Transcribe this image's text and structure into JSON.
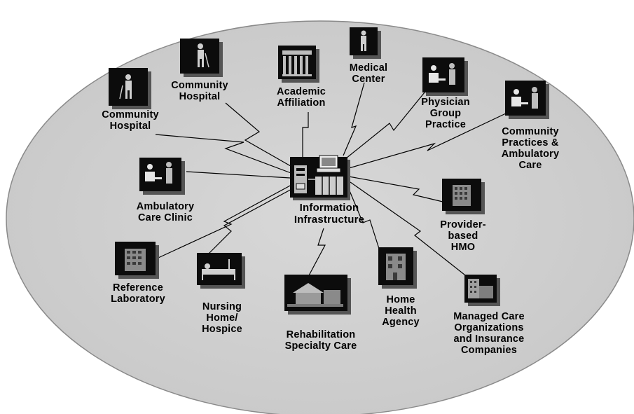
{
  "diagram": {
    "colors": {
      "ellipse_fill": "#d0d0d0",
      "ellipse_stroke": "#8a8a8a",
      "icon_bg": "#0c0c0c",
      "icon_shadow": "#555555",
      "link_line": "#000000"
    },
    "hub": {
      "label_lines": [
        "Information",
        "Infrastructure"
      ],
      "icon": "computer-system-icon"
    },
    "nodes": [
      {
        "id": "community-hospital-left",
        "label_lines": [
          "Community",
          "Hospital"
        ],
        "icon": "person-with-cane-icon"
      },
      {
        "id": "community-hospital-top",
        "label_lines": [
          "Community",
          "Hospital"
        ],
        "icon": "person-with-cane-icon"
      },
      {
        "id": "academic-affiliation",
        "label_lines": [
          "Academic",
          "Affiliation"
        ],
        "icon": "university-building-icon"
      },
      {
        "id": "medical-center",
        "label_lines": [
          "Medical",
          "Center"
        ],
        "icon": "person-standing-icon"
      },
      {
        "id": "physician-group-practice",
        "label_lines": [
          "Physician",
          "Group",
          "Practice"
        ],
        "icon": "doctor-patient-icon"
      },
      {
        "id": "community-practices",
        "label_lines": [
          "Community",
          "Practices &",
          "Ambulatory",
          "Care"
        ],
        "icon": "doctor-patient-icon"
      },
      {
        "id": "ambulatory-care-clinic",
        "label_lines": [
          "Ambulatory",
          "Care Clinic"
        ],
        "icon": "doctor-patient-icon"
      },
      {
        "id": "provider-based-hmo",
        "label_lines": [
          "Provider-",
          "based",
          "HMO"
        ],
        "icon": "office-building-icon"
      },
      {
        "id": "reference-laboratory",
        "label_lines": [
          "Reference",
          "Laboratory"
        ],
        "icon": "office-building-icon"
      },
      {
        "id": "nursing-home-hospice",
        "label_lines": [
          "Nursing",
          "Home/",
          "Hospice"
        ],
        "icon": "patient-bed-icon"
      },
      {
        "id": "rehabilitation-specialty-care",
        "label_lines": [
          "Rehabilitation",
          "Specialty Care"
        ],
        "icon": "house-icon"
      },
      {
        "id": "home-health-agency",
        "label_lines": [
          "Home",
          "Health",
          "Agency"
        ],
        "icon": "townhouse-icon"
      },
      {
        "id": "managed-care-organizations",
        "label_lines": [
          "Managed Care",
          "Organizations",
          "and Insurance",
          "Companies"
        ],
        "icon": "corporate-building-icon"
      }
    ]
  }
}
